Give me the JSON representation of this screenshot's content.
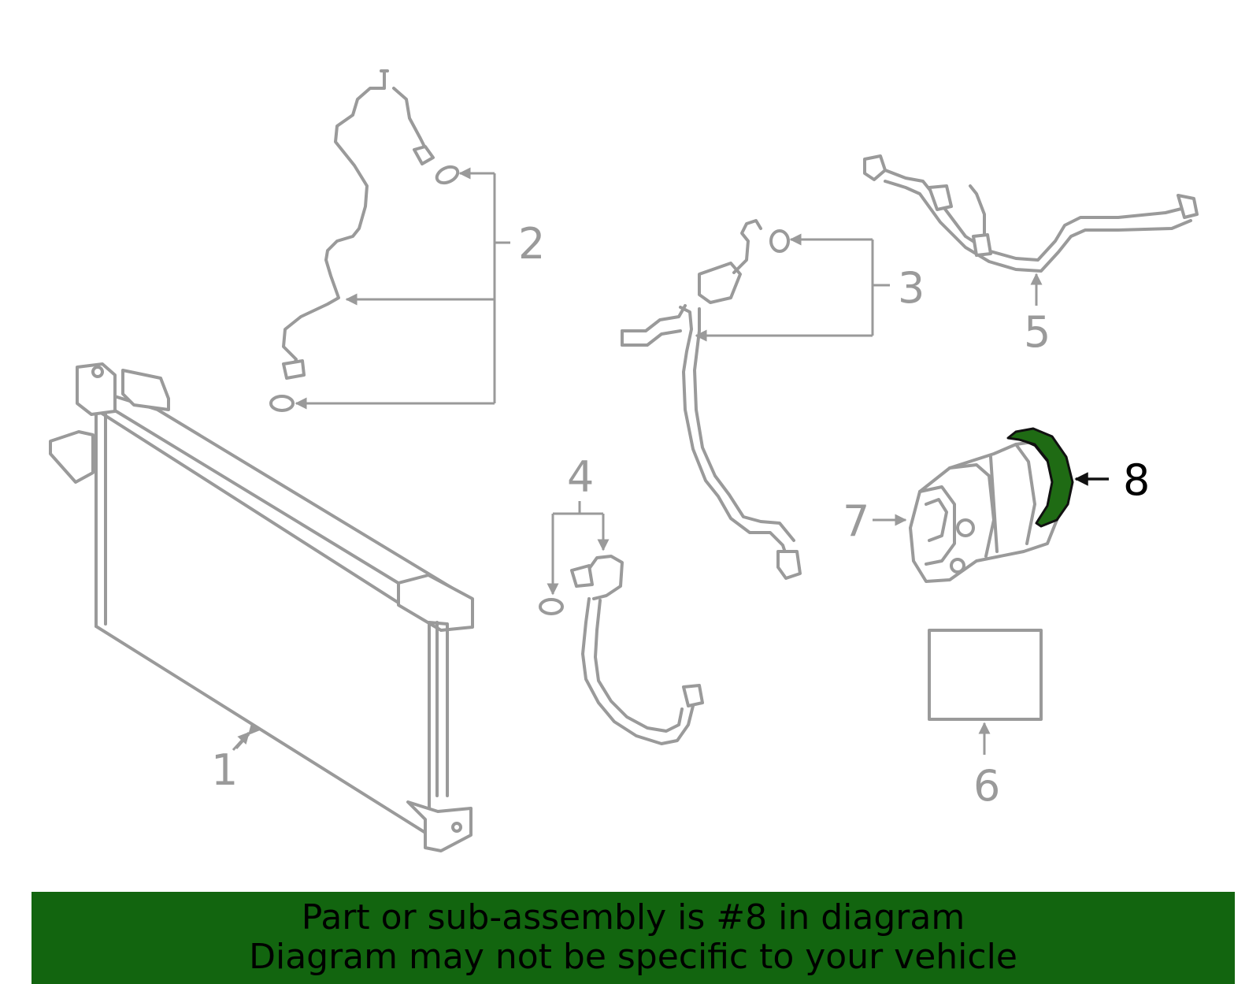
{
  "diagram": {
    "callouts": [
      "1",
      "2",
      "3",
      "4",
      "5",
      "6",
      "7",
      "8"
    ],
    "highlighted_callout": "8",
    "colors": {
      "line_art": "#9a9a9a",
      "highlight_part": "#1f6b14",
      "banner_background": "#12650f",
      "banner_text": "#000000",
      "active_callout": "#000000"
    }
  },
  "banner": {
    "line1": "Part or sub-assembly is #8 in diagram",
    "line2": "Diagram may not be specific to your vehicle"
  }
}
